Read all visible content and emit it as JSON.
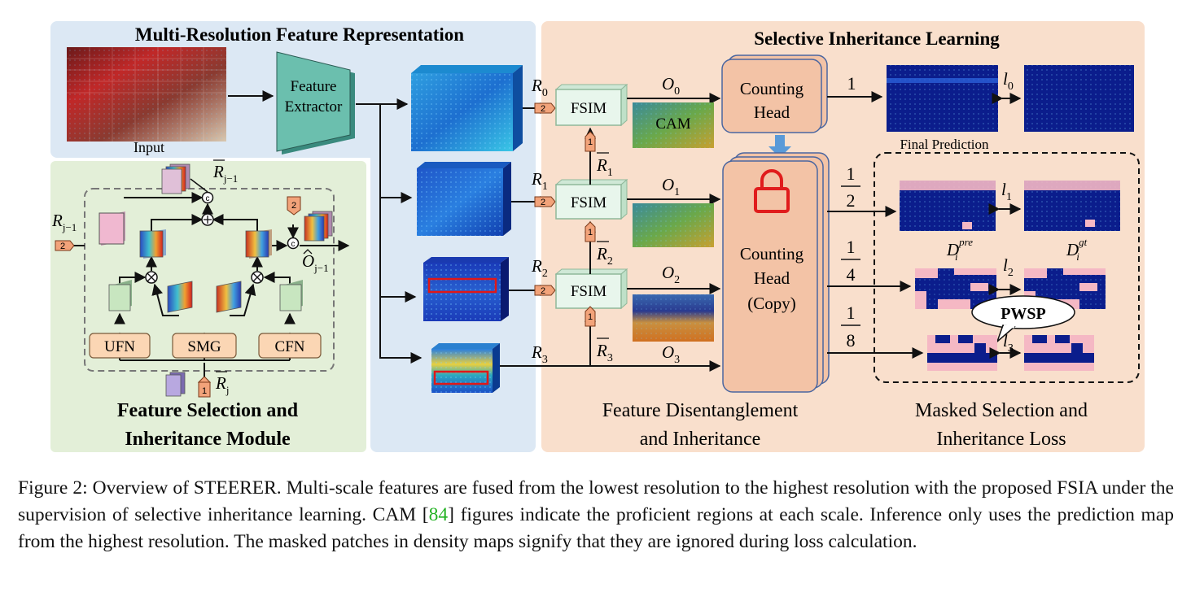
{
  "panels": {
    "multires_title": "Multi-Resolution Feature Representation",
    "selective_title": "Selective Inheritance Learning",
    "fsim_title_line1": "Feature Selection and",
    "fsim_title_line2": "Inheritance Module",
    "disentangle_line1": "Feature Disentanglement",
    "disentangle_line2": "and Inheritance",
    "masked_line1": "Masked Selection and",
    "masked_line2": "Inheritance Loss"
  },
  "labels": {
    "input": "Input",
    "feature_extractor_line1": "Feature",
    "feature_extractor_line2": "Extractor",
    "fsim": "FSIM",
    "cam": "CAM",
    "counting_head_line1": "Counting",
    "counting_head_line2": "Head",
    "counting_head_copy_line3": "(Copy)",
    "final_prediction": "Final Prediction",
    "pwsp": "PWSP",
    "ufn": "UFN",
    "smg": "SMG",
    "cfn": "CFN",
    "badge_two": "2",
    "badge_one": "1",
    "concat": "c"
  },
  "math": {
    "r0": "R",
    "r0_sub": "0",
    "r1": "R",
    "r1_sub": "1",
    "r2": "R",
    "r2_sub": "2",
    "r3": "R",
    "r3_sub": "3",
    "rbar1": "R",
    "rbar1_sub": "1",
    "rbar2": "R",
    "rbar2_sub": "2",
    "rbar3": "R",
    "rbar3_sub": "3",
    "o0": "O",
    "o0_sub": "0",
    "o1": "O",
    "o1_sub": "1",
    "o2": "O",
    "o2_sub": "2",
    "o3": "O",
    "o3_sub": "3",
    "rbar_j1": "R",
    "rbar_j1_sub": "j−1",
    "r_j1": "R",
    "r_j1_sub": "j−1",
    "ohat_j1": "O",
    "ohat_j1_sub": "j−1",
    "r_j": "R",
    "r_j_sub": "j",
    "l0": "l",
    "l0_sub": "0",
    "l1": "l",
    "l1_sub": "1",
    "l2": "l",
    "l2_sub": "2",
    "l3": "l",
    "l3_sub": "3",
    "dpre": "D",
    "dpre_sub": "i",
    "dpre_sup": "pre",
    "dgt": "D",
    "dgt_sub": "i",
    "dgt_sup": "gt",
    "scale_1": "1",
    "frac_num": "1",
    "frac_den_2": "2",
    "frac_den_4": "4",
    "frac_den_8": "8"
  },
  "caption": {
    "part1": "Figure 2: Overview of STEERER. Multi-scale features are fused from the lowest resolution to the highest resolution with the proposed FSIA under the supervision of selective inheritance learning. CAM [",
    "cite": "84",
    "part2": "] figures indicate the proficient regions at each scale. Inference only uses the prediction map from the highest resolution. The masked patches in density maps signify that they are ignored during loss calculation."
  },
  "colors": {
    "multires_bg": "#dce8f4",
    "fsim_module_bg": "#e3efd8",
    "selective_bg": "#f9dfcc",
    "feature_extractor": "#6bbfae",
    "counting_head": "#f3c3a6",
    "counting_head_border": "#4a66a0",
    "fsim_box": "#e8f6ec",
    "fsim_box_border": "#8fb89a",
    "badge": "#f2a37a",
    "cam_link": "#22b222",
    "lock": "#e01c1c",
    "density_bg": "#0b1d8c",
    "mask_pink": "#f5b8c4"
  }
}
